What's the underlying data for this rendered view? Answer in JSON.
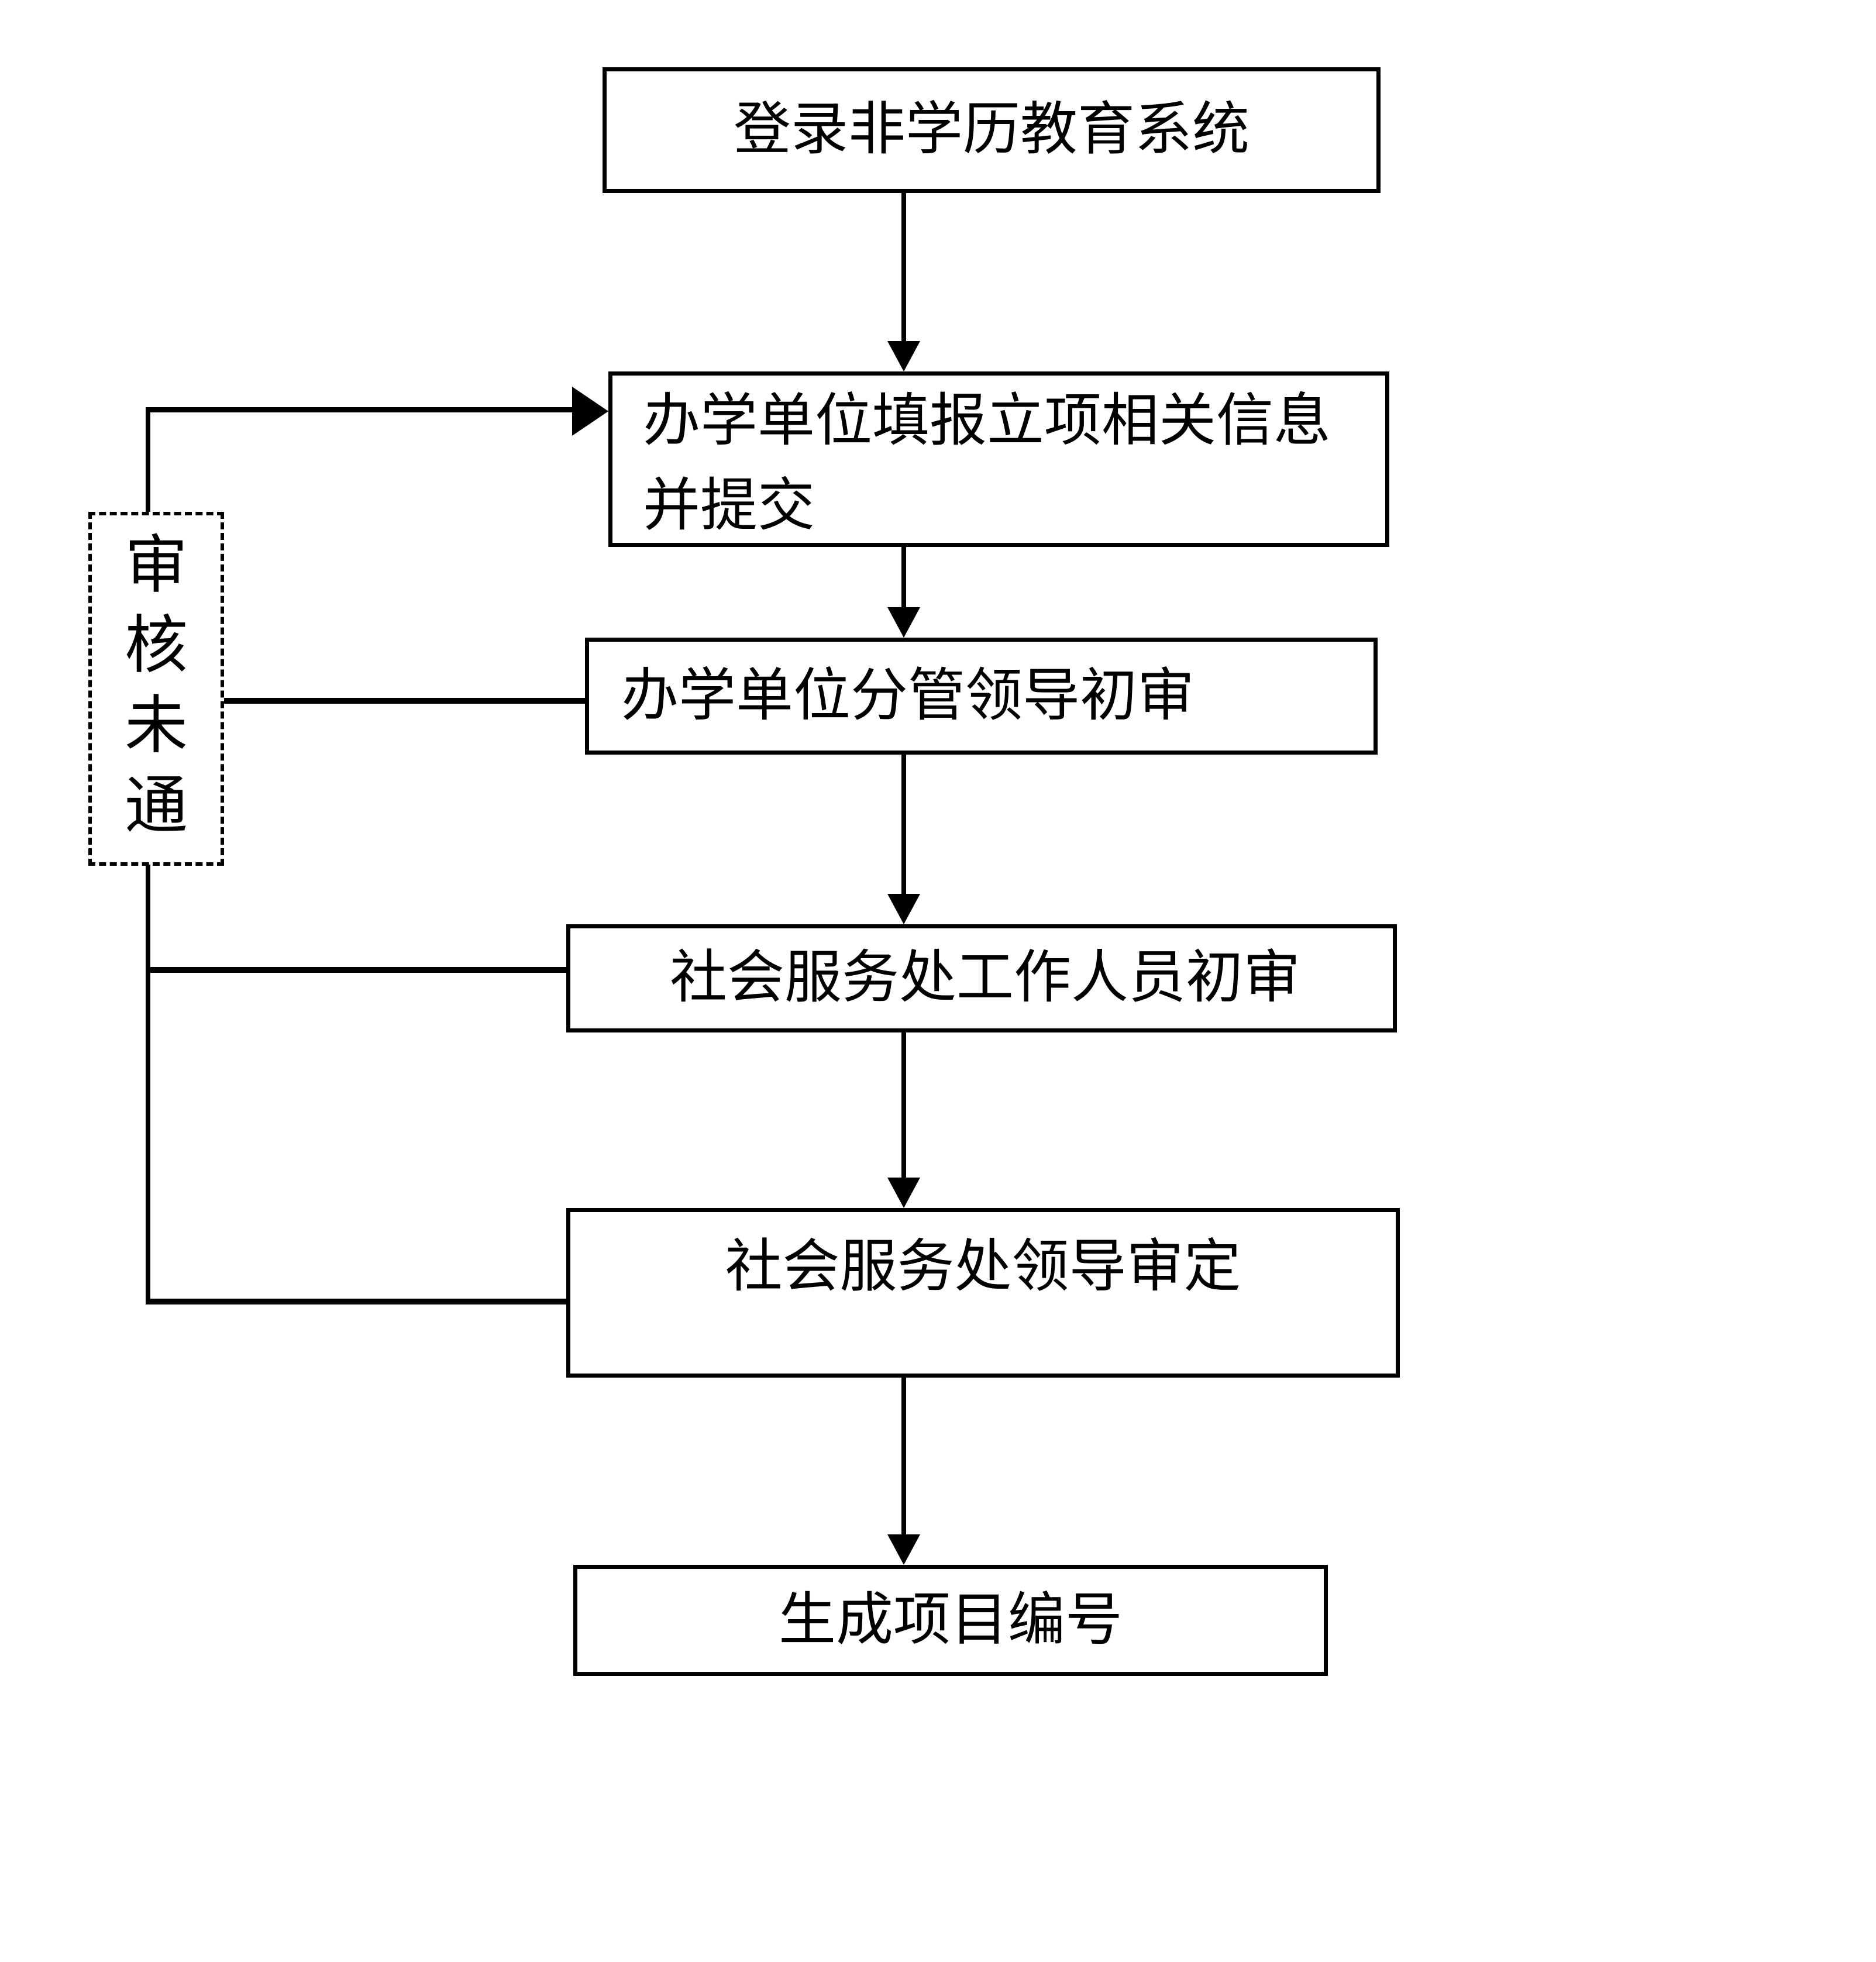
{
  "colors": {
    "ink": "#000000",
    "background": "#ffffff"
  },
  "diagram": {
    "type": "flowchart",
    "nodes": {
      "login": {
        "label": "登录非学历教育系统"
      },
      "fill": {
        "line1": "办学单位填报立项相关信息",
        "line2": "并提交"
      },
      "unit_review": {
        "label": "办学单位分管领导初审"
      },
      "staff_review": {
        "label": "社会服务处工作人员初审"
      },
      "leader_review": {
        "label": "社会服务处领导审定"
      },
      "project_number": {
        "label": "生成项目编号"
      },
      "review_failed": {
        "label": "审核未通",
        "chars": [
          "审",
          "核",
          "未",
          "通"
        ]
      }
    },
    "edges": [
      {
        "from": "login",
        "to": "fill",
        "style": "arrow"
      },
      {
        "from": "fill",
        "to": "unit_review",
        "style": "arrow"
      },
      {
        "from": "unit_review",
        "to": "staff_review",
        "style": "arrow"
      },
      {
        "from": "staff_review",
        "to": "leader_review",
        "style": "arrow"
      },
      {
        "from": "leader_review",
        "to": "project_number",
        "style": "arrow"
      },
      {
        "from": "unit_review",
        "to": "review_failed",
        "style": "line"
      },
      {
        "from": "staff_review",
        "to": "review_failed",
        "style": "line"
      },
      {
        "from": "leader_review",
        "to": "review_failed",
        "style": "line"
      },
      {
        "from": "review_failed",
        "to": "fill",
        "style": "arrow"
      }
    ]
  }
}
